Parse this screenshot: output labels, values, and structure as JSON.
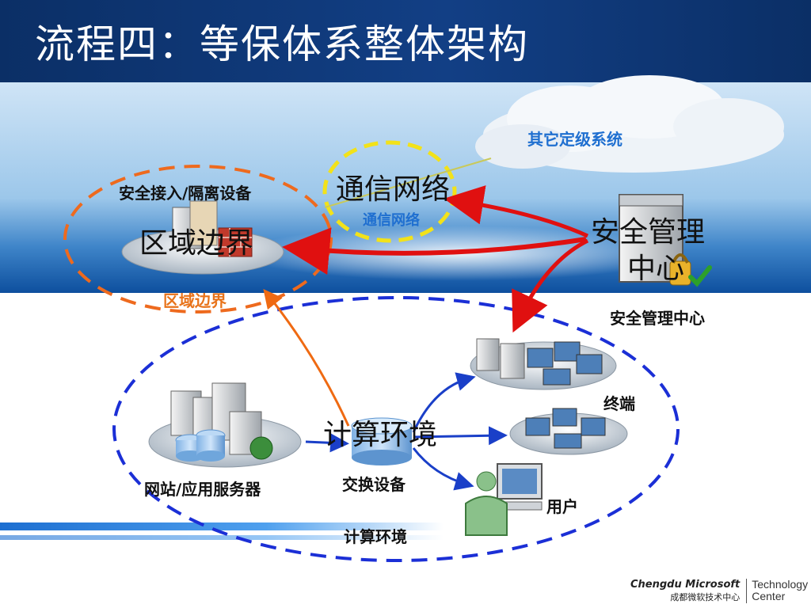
{
  "title": "流程四：等保体系整体架构",
  "labels": {
    "cloud": "其它定级系统",
    "network_big": "通信网络",
    "network_small": "通信网络",
    "access_device": "安全接入/隔离设备",
    "boundary_big": "区域边界",
    "boundary_small": "区域边界",
    "mgmt_big_line1": "安全管理",
    "mgmt_big_line2": "中心",
    "mgmt_small": "安全管理中心",
    "terminal": "终端",
    "compute_big": "计算环境",
    "switch": "交换设备",
    "servers": "网站/应用服务器",
    "user": "用户",
    "compute_small": "计算环境"
  },
  "brand": {
    "line1": "Chengdu Microsoft",
    "line2": "成都微软技术中心",
    "right1": "Technology",
    "right2": "Center"
  },
  "colors": {
    "title_bg": "#0b2f66",
    "cloud_label": "#1f6fd0",
    "boundary_label": "#e8731a",
    "network_ellipse": "#f2e21a",
    "boundary_ellipse": "#ee6a1e",
    "compute_ellipse": "#1b2fd6",
    "red_arrow": "#e01010",
    "blue_arrow": "#1a3fc8"
  }
}
